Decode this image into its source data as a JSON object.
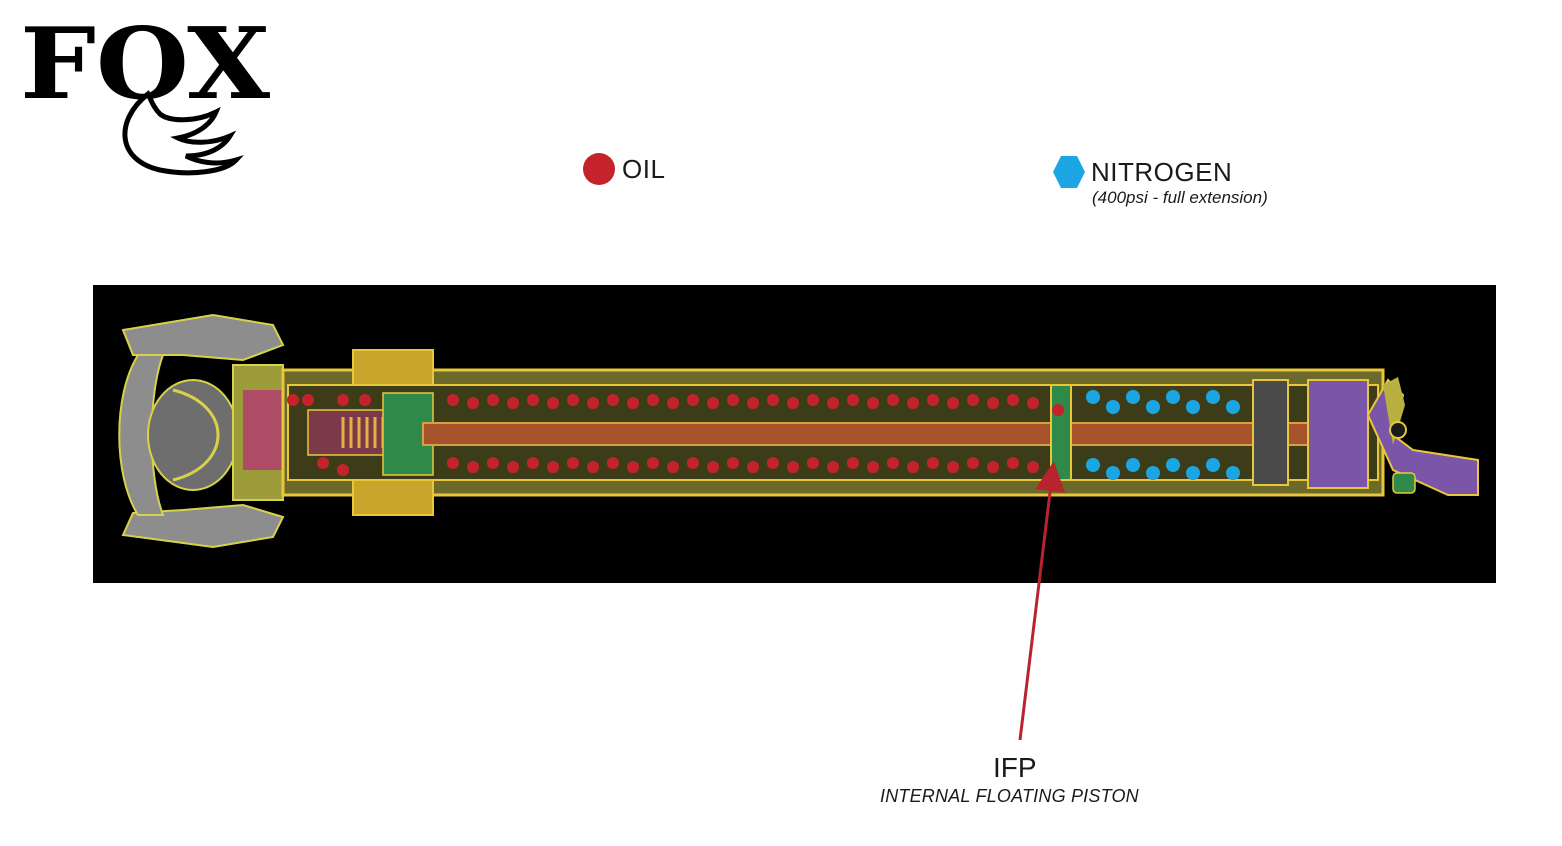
{
  "logo": {
    "text": "FOX",
    "icon": "fox-tail-logo"
  },
  "legend": {
    "oil": {
      "label": "OIL",
      "color": "#c4232b",
      "icon": "red-circle"
    },
    "nitrogen": {
      "label": "NITROGEN",
      "sublabel": "(400psi - full extension)",
      "color": "#1ba6e3",
      "icon": "blue-hexagon"
    }
  },
  "diagram": {
    "background": "#000000",
    "colors": {
      "body": "#e8c83a",
      "oil": "#c4232b",
      "nitrogen": "#1ba6e3",
      "piston": "#3fa34d",
      "head": "#7a55a8",
      "clamp": "#8d8d8d"
    }
  },
  "callout": {
    "title": "IFP",
    "subtitle": "INTERNAL FLOATING PISTON",
    "color": "#b8232e"
  }
}
